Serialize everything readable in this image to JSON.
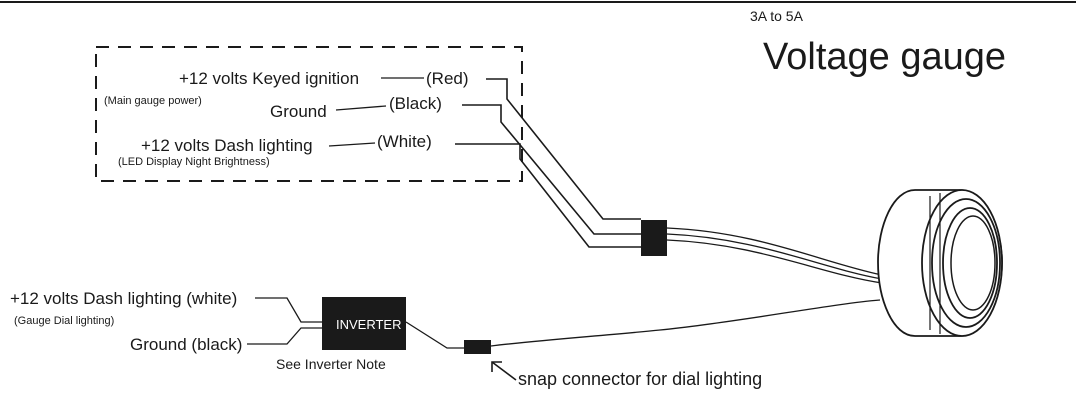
{
  "header": {
    "amp_rating": "3A to 5A",
    "title": "Voltage gauge"
  },
  "wiring_box": {
    "line1": "+12 volts  Keyed ignition",
    "line1_connector": "(Red)",
    "line1_sub": "(Main gauge power)",
    "line2": "Ground",
    "line2_connector": "(Black)",
    "line3": "+12 volts Dash lighting",
    "line3_connector": "(White)",
    "line3_sub": "(LED Display Night Brightness)"
  },
  "dial_lighting": {
    "line1": "+12 volts Dash lighting (white)",
    "line1_sub": "(Gauge Dial lighting)",
    "line2": "Ground (black)",
    "inverter_label": "INVERTER",
    "inverter_note": "See Inverter Note",
    "snap_label": "snap connector for dial lighting"
  }
}
